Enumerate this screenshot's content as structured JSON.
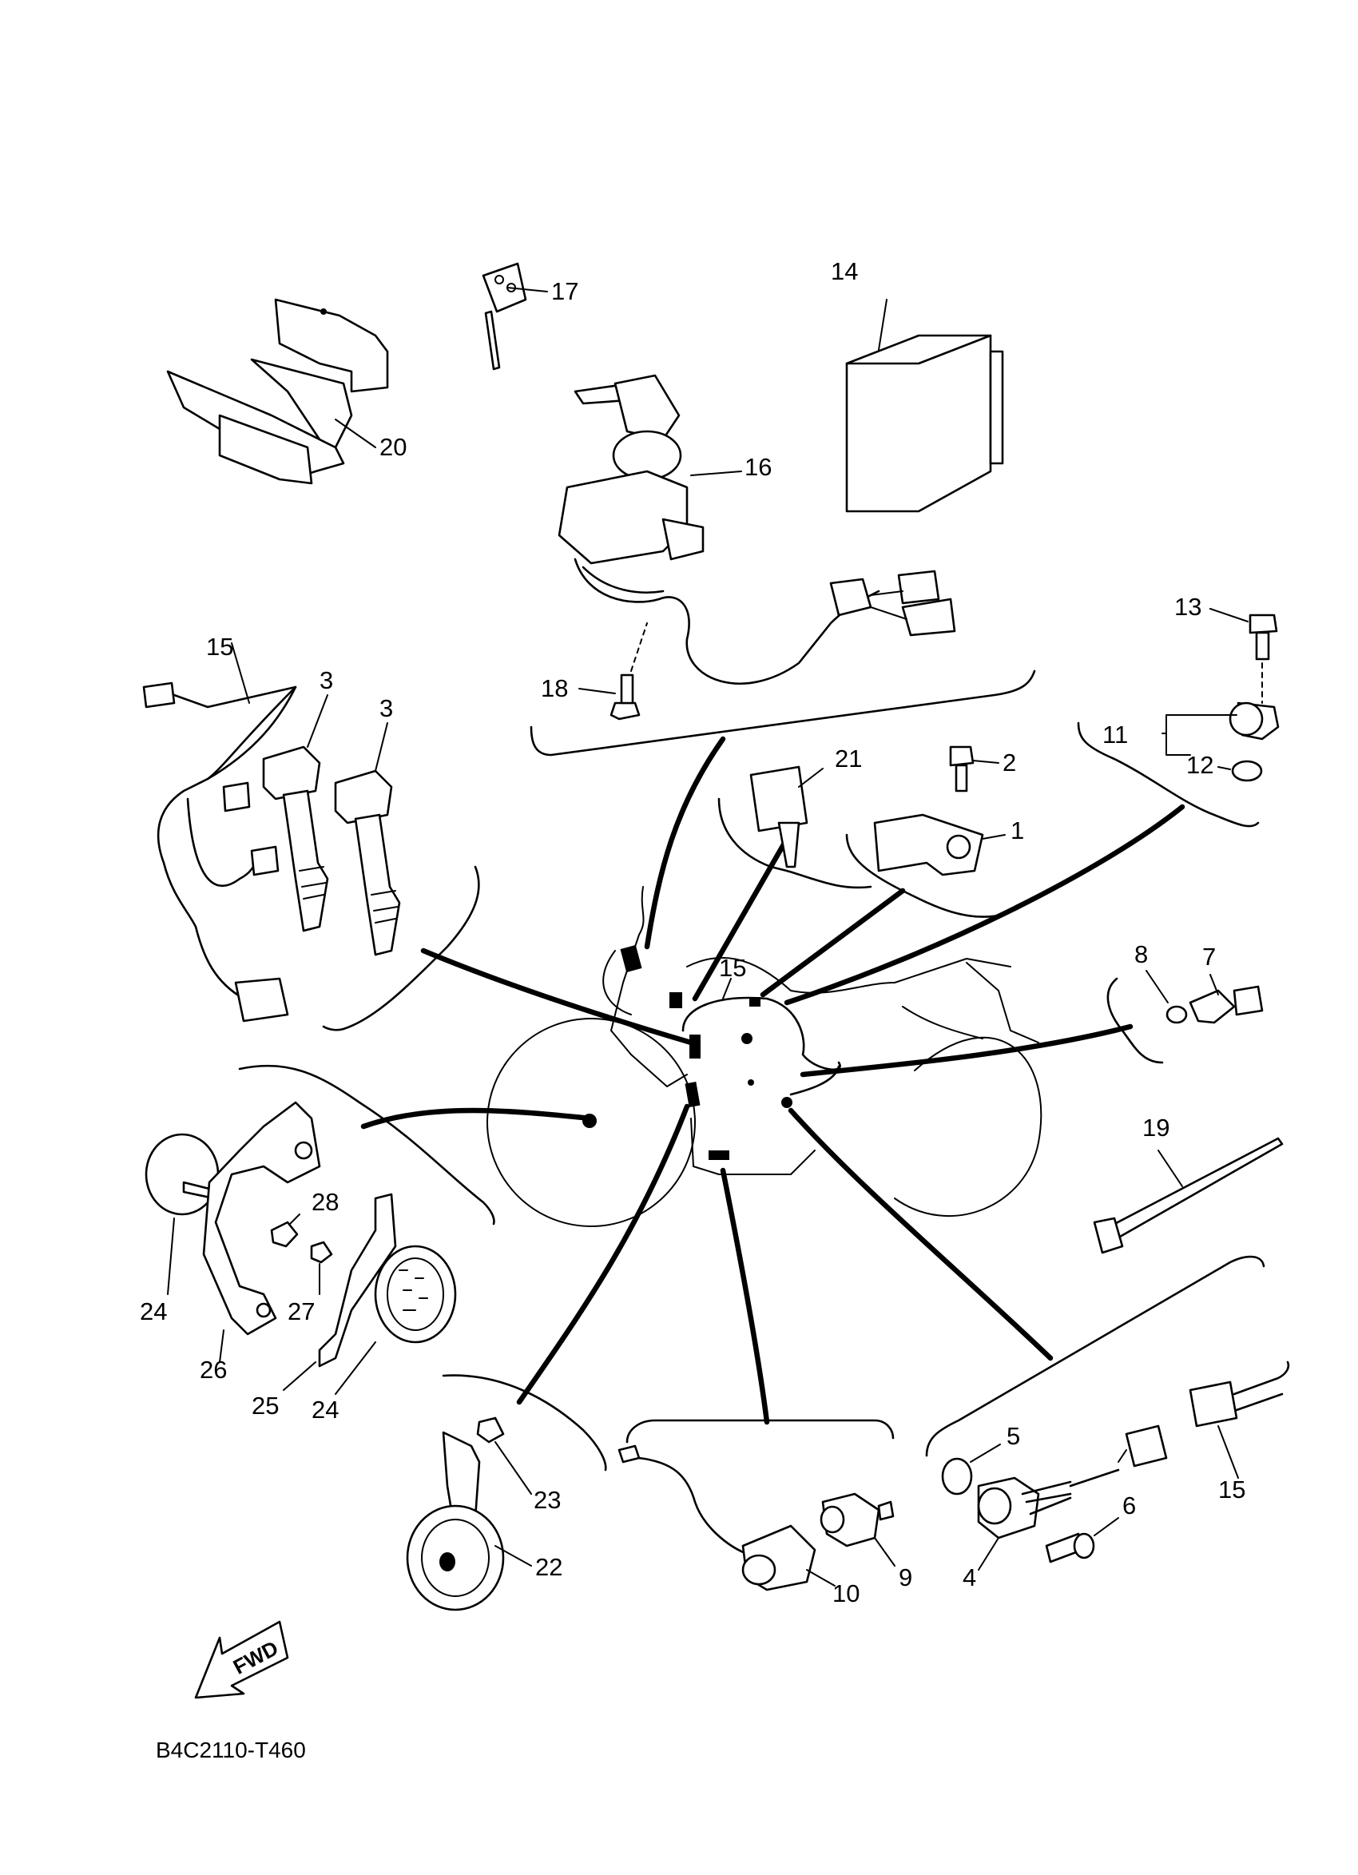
{
  "diagram": {
    "code": "B4C2110-T460",
    "fwd": "FWD",
    "callouts": {
      "c1": "1",
      "c2": "2",
      "c3a": "3",
      "c3b": "3",
      "c4": "4",
      "c5": "5",
      "c6": "6",
      "c7": "7",
      "c8": "8",
      "c9": "9",
      "c10": "10",
      "c11": "11",
      "c12": "12",
      "c13": "13",
      "c14": "14",
      "c15a": "15",
      "c15b": "15",
      "c15c": "15",
      "c16": "16",
      "c17": "17",
      "c18": "18",
      "c19": "19",
      "c20": "20",
      "c21": "21",
      "c22": "22",
      "c23": "23",
      "c24a": "24",
      "c24b": "24",
      "c25": "25",
      "c26": "26",
      "c27": "27",
      "c28": "28"
    }
  }
}
